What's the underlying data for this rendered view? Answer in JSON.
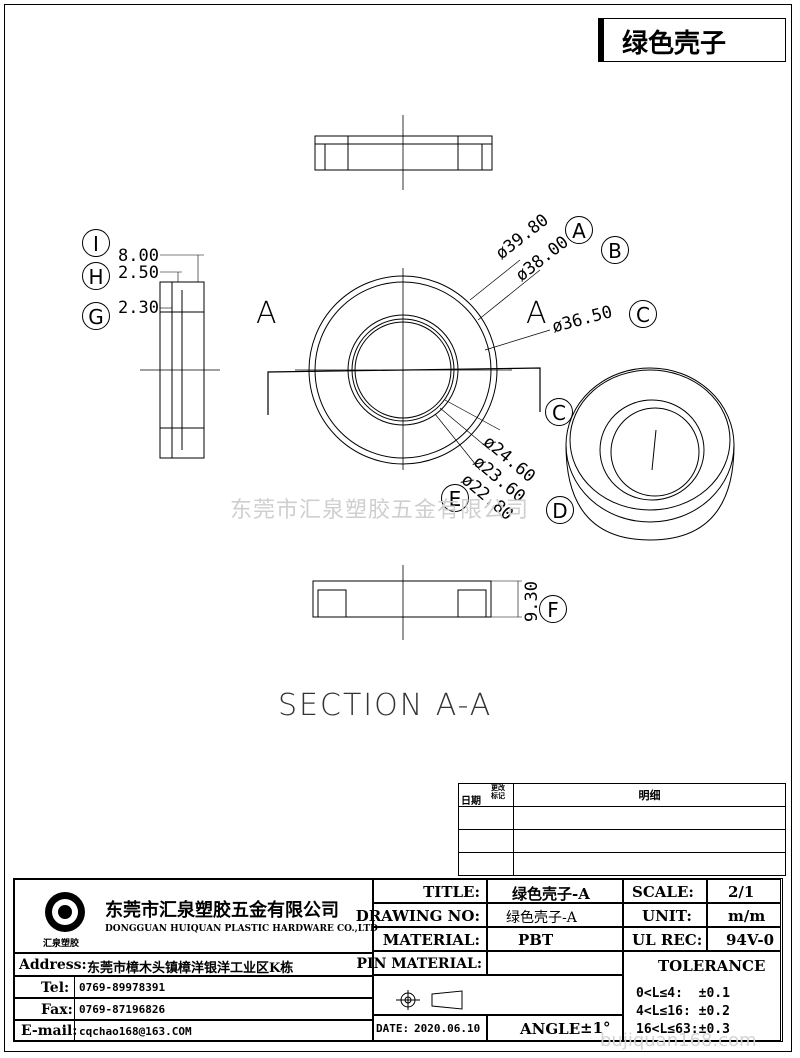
{
  "header": {
    "title": "绿色壳子"
  },
  "watermarks": {
    "center": "东莞市汇泉塑胶五金有限公司",
    "bottom": "bujiquan168.com"
  },
  "drawing": {
    "section_title": "SECTION A-A",
    "section_marker": "A",
    "dims": {
      "d_3980": "ø39.80",
      "d_3800": "ø38.00",
      "d_3650": "ø36.50",
      "d_2460": "ø24.60",
      "d_2360": "ø23.60",
      "d_2280": "ø22.80",
      "h_800": "8.00",
      "h_250": "2.50",
      "h_230": "2.30",
      "h_930": "9.30"
    },
    "letters": {
      "A": "A",
      "B": "B",
      "C": "C",
      "C2": "C",
      "D": "D",
      "E": "E",
      "F": "F",
      "G": "G",
      "H": "H",
      "I": "I"
    }
  },
  "revision_table": {
    "date_label": "日期",
    "change_label": "更改标记",
    "detail_label": "明细"
  },
  "company": {
    "logo_text": "汇泉塑胶",
    "name_cn": "东莞市汇泉塑胶五金有限公司",
    "name_en": "DONGGUAN HUIQUAN PLASTIC HARDWARE CO.,LTD",
    "address_label": "Address:",
    "address": "东莞市樟木头镇樟洋银洋工业区K栋",
    "tel_label": "Tel:",
    "tel": "0769-89978391",
    "fax_label": "Fax:",
    "fax": "0769-87196826",
    "email_label": "E-mail:",
    "email": "cqchao168@163.COM"
  },
  "title_block": {
    "title_label": "TITLE:",
    "title_value": "绿色壳子-A",
    "drawing_no_label": "DRAWING NO:",
    "drawing_no_value": "绿色壳子-A",
    "material_label": "MATERIAL:",
    "material_value": "PBT",
    "pin_material_label": "PIN MATERIAL:",
    "date_label": "DATE:",
    "date_value": "2020.06.10",
    "angle_label": "ANGLE",
    "angle_value": "±1°",
    "scale_label": "SCALE:",
    "scale_value": "2/1",
    "unit_label": "UNIT:",
    "unit_value": "m/m",
    "ul_rec_label": "UL REC:",
    "ul_rec_value": "94V-0",
    "tolerance_label": "TOLERANCE",
    "tol_1": "0<L≤4:  ±0.1",
    "tol_2": "4<L≤16: ±0.2",
    "tol_3": "16<L≤63:±0.3"
  }
}
